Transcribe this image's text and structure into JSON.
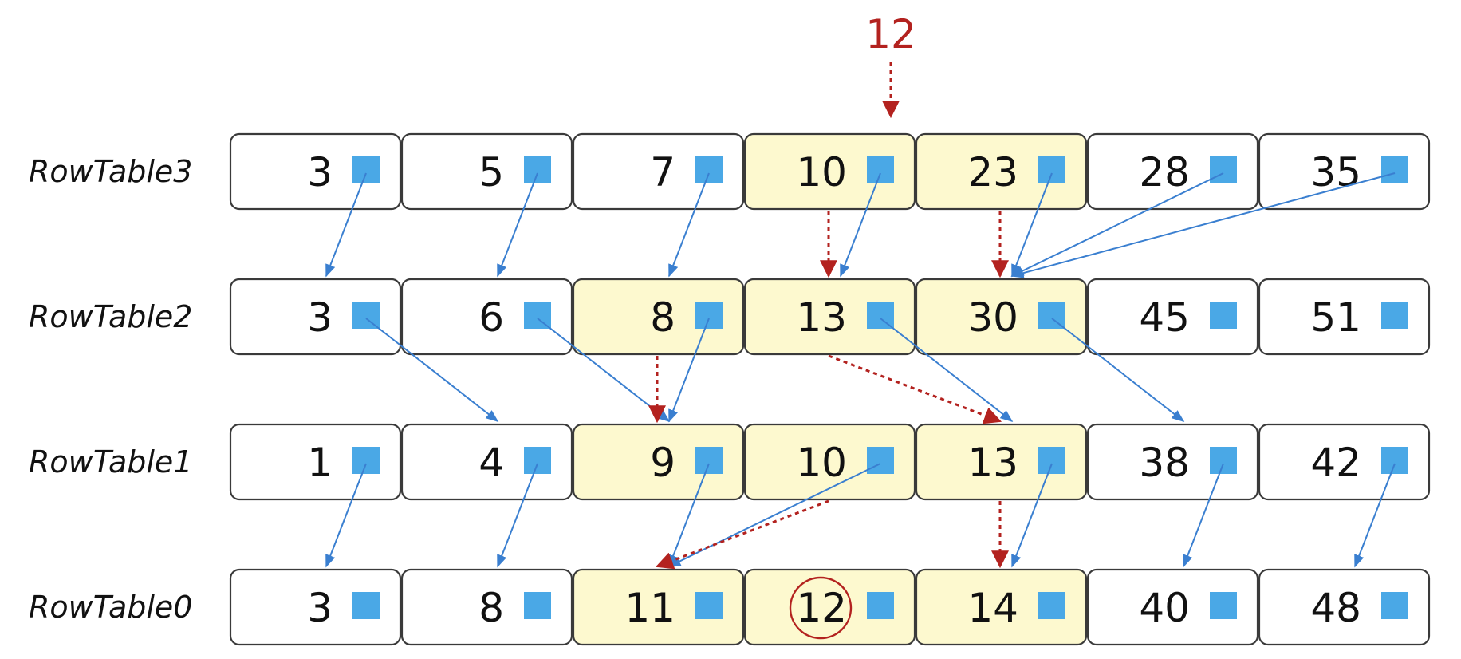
{
  "search_key": "12",
  "colors": {
    "highlight_fill": "#fdf9cf",
    "cell_fill": "#ffffff",
    "pointer_square": "#4aa8e6",
    "pointer_arrow": "#3a7fd0",
    "search_path": "#b3221f"
  },
  "rows": [
    {
      "label": "RowTable3",
      "values": [
        "3",
        "5",
        "7",
        "10",
        "23",
        "28",
        "35"
      ],
      "highlighted": [
        3,
        4
      ]
    },
    {
      "label": "RowTable2",
      "values": [
        "3",
        "6",
        "8",
        "13",
        "30",
        "45",
        "51"
      ],
      "highlighted": [
        2,
        3,
        4
      ]
    },
    {
      "label": "RowTable1",
      "values": [
        "1",
        "4",
        "9",
        "10",
        "13",
        "38",
        "42"
      ],
      "highlighted": [
        2,
        3,
        4
      ]
    },
    {
      "label": "RowTable0",
      "values": [
        "3",
        "8",
        "11",
        "12",
        "14",
        "40",
        "48"
      ],
      "highlighted": [
        2,
        3,
        4
      ],
      "found": 3
    }
  ],
  "pointers": [
    {
      "from_row": 0,
      "from_col": 0,
      "to_col": 0
    },
    {
      "from_row": 0,
      "from_col": 1,
      "to_col": 1
    },
    {
      "from_row": 0,
      "from_col": 2,
      "to_col": 2
    },
    {
      "from_row": 0,
      "from_col": 3,
      "to_col": 3
    },
    {
      "from_row": 0,
      "from_col": 4,
      "to_col": 4
    },
    {
      "from_row": 0,
      "from_col": 5,
      "to_col": 4
    },
    {
      "from_row": 0,
      "from_col": 6,
      "to_col": 4
    },
    {
      "from_row": 1,
      "from_col": 0,
      "to_col": 1
    },
    {
      "from_row": 1,
      "from_col": 1,
      "to_col": 2
    },
    {
      "from_row": 1,
      "from_col": 2,
      "to_col": 2
    },
    {
      "from_row": 1,
      "from_col": 3,
      "to_col": 4
    },
    {
      "from_row": 1,
      "from_col": 4,
      "to_col": 5
    },
    {
      "from_row": 2,
      "from_col": 0,
      "to_col": 0
    },
    {
      "from_row": 2,
      "from_col": 1,
      "to_col": 1
    },
    {
      "from_row": 2,
      "from_col": 2,
      "to_col": 2
    },
    {
      "from_row": 2,
      "from_col": 3,
      "to_col": 2
    },
    {
      "from_row": 2,
      "from_col": 4,
      "to_col": 4
    },
    {
      "from_row": 2,
      "from_col": 5,
      "to_col": 5
    },
    {
      "from_row": 2,
      "from_col": 6,
      "to_col": 6
    }
  ],
  "search_path": [
    {
      "from_row": 0,
      "from_col": 3,
      "to_col": 3
    },
    {
      "from_row": 0,
      "from_col": 4,
      "to_col": 4
    },
    {
      "from_row": 1,
      "from_col": 2,
      "to_col": 2
    },
    {
      "from_row": 1,
      "from_col": 3,
      "to_col": 4
    },
    {
      "from_row": 2,
      "from_col": 3,
      "to_col": 2
    },
    {
      "from_row": 2,
      "from_col": 4,
      "to_col": 4
    }
  ]
}
